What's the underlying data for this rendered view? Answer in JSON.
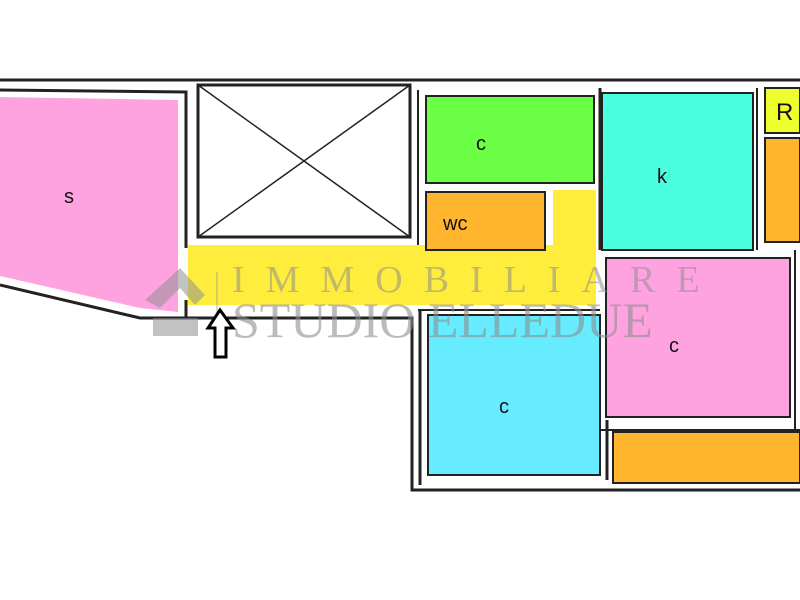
{
  "rooms": [
    {
      "label": "s",
      "color": "#FFA3E0"
    },
    {
      "label": "c",
      "color": "#6BFF45"
    },
    {
      "label": "wc",
      "color": "#FFB52E"
    },
    {
      "label": "k",
      "color": "#4AFFE0"
    },
    {
      "label": "R",
      "color": "#EEFF2E"
    },
    {
      "label": "c",
      "color": "#FFA3E0"
    },
    {
      "label": "c",
      "color": "#66EBFF"
    }
  ],
  "corridor_color": "#FFED3E",
  "storage_color": "#FFB52E",
  "entrance_icon": "arrow-up-icon",
  "watermark": {
    "line1": "IMMOBILIARE",
    "line2": "STUDIO ELLEDUE"
  }
}
